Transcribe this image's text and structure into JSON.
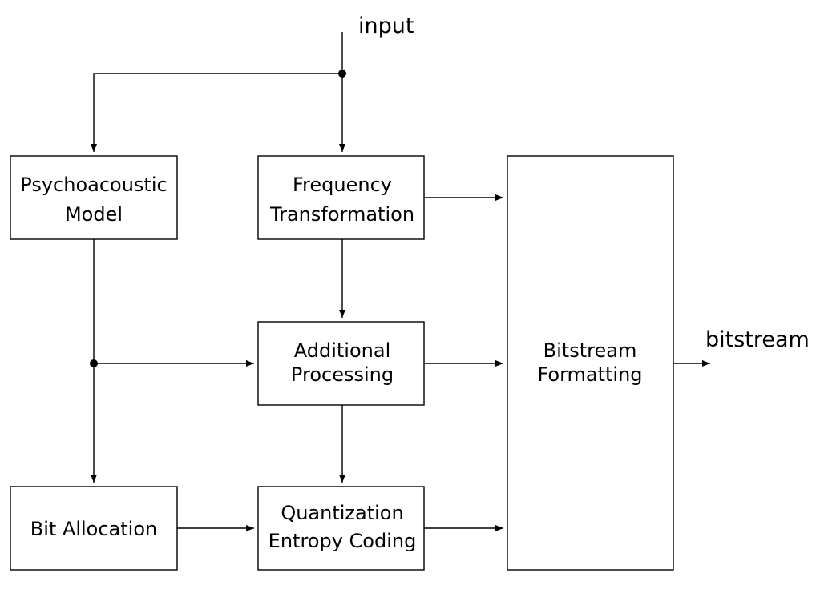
{
  "colors": {
    "line": "#000000",
    "highlight": "#c9a227"
  },
  "labels": {
    "input": "input",
    "output": "bitstream"
  },
  "blocks": {
    "psychoacoustic": {
      "line1": "Psychoacoustic",
      "line2": "Model"
    },
    "frequency": {
      "line1": "Frequency",
      "line2": "Transformation"
    },
    "additional": {
      "line1": "Additional",
      "line2": "Processing"
    },
    "bit_allocation": {
      "line1": "Bit Allocation"
    },
    "quantization": {
      "line1": "Quantization",
      "line2": "Entropy Coding"
    },
    "bitstream_formatting": {
      "line1": "Bitstream",
      "line2": "Formatting"
    }
  }
}
